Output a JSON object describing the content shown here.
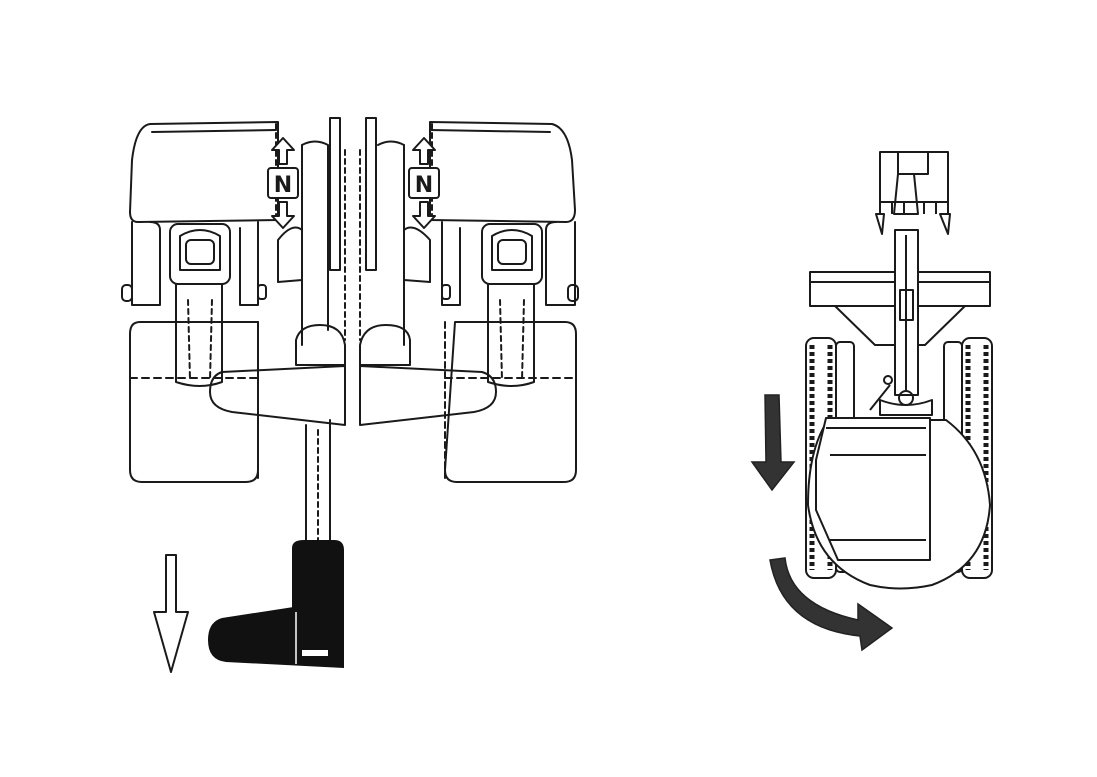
{
  "colors": {
    "background": "#ffffff",
    "line": "#1a1a1a",
    "fill_dark": "#111111",
    "arrow_fill": "#333333"
  },
  "control_console": {
    "left_lever": {
      "marks": [
        "N"
      ],
      "indicator": "neutral-with-up-down-arrows"
    },
    "right_lever": {
      "marks": [
        "N"
      ],
      "indicator": "neutral-with-up-down-arrows"
    },
    "pedal_action": "push-down",
    "pedal_arrow": "hollow-down-arrow"
  },
  "machine": {
    "view": "top-view",
    "travel_arrow": "straight-down-arrow",
    "turn_arrow": "curved-turn-arrow"
  }
}
